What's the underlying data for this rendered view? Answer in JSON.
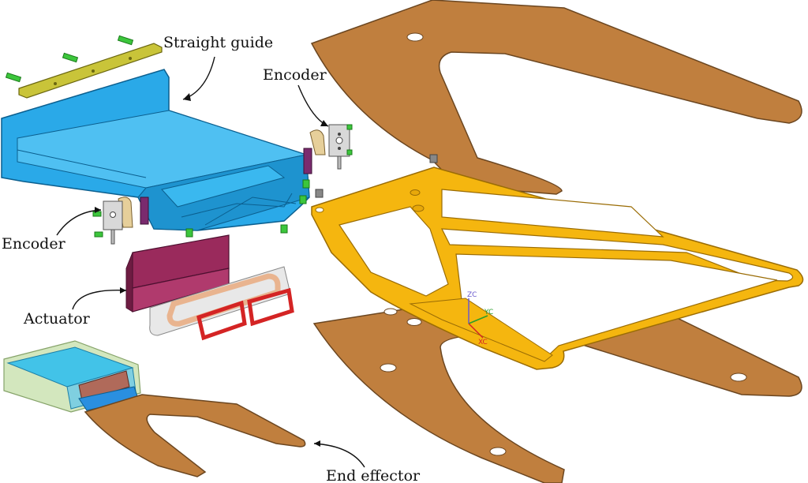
{
  "labels": {
    "straight_guide": "Straight guide",
    "encoder_top": "Encoder",
    "encoder_left": "Encoder",
    "actuator": "Actuator",
    "end_effector": "End effector"
  },
  "axes": {
    "zc": "ZC",
    "yc": "YC",
    "xc": "XC"
  },
  "colors": {
    "plate": "#c07f3e",
    "frame": "#f5b60f",
    "housing": "#2aa9e8",
    "guide_rail": "#c9c439",
    "magnet": "#9a2a5c",
    "coil_copper": "#e9b48f",
    "coil_red": "#d42424",
    "screw": "#3cc63c"
  }
}
